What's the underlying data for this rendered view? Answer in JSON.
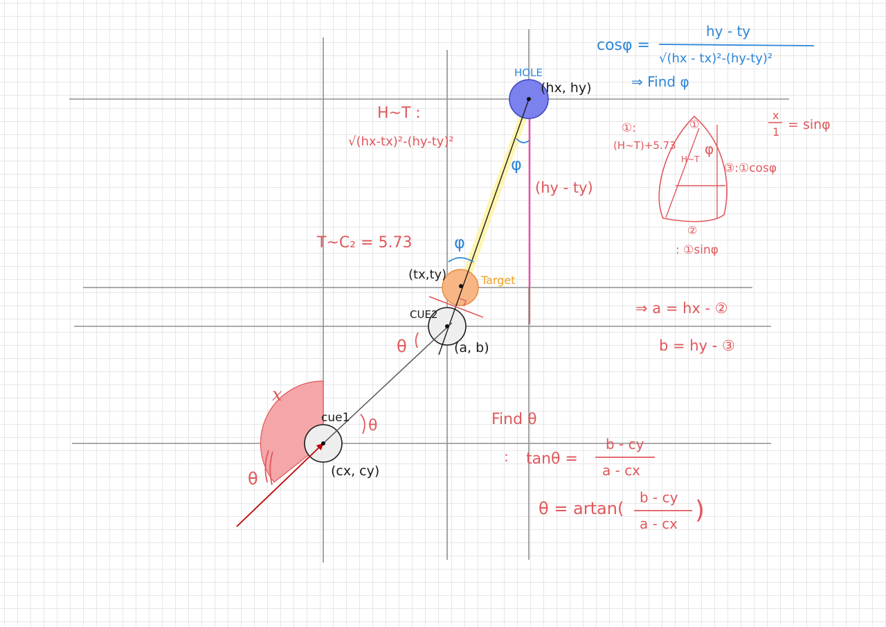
{
  "colors": {
    "red": "#e0575b",
    "blue": "#2e86d6",
    "orange": "#f0a020",
    "hole_fill": "#7b82ee",
    "target_fill": "#f7b684",
    "cue_fill": "#eeeeee",
    "grid": "#8e8e8e"
  },
  "labels": {
    "hole": "HOLE",
    "hole_coord": "(hx, hy)",
    "target": "Target",
    "target_coord": "(tx,ty)",
    "cue2": "CUE2",
    "cue2_coord": "(a, b)",
    "cue1": "cue1",
    "cue1_coord": "(cx, cy)",
    "x_label": "x",
    "theta": "θ",
    "phi": "φ",
    "hy_minus_ty": "(hy - ty)",
    "h_t": "H~T :",
    "h_t_formula": "√(hx-tx)²-(hy-ty)²",
    "t_c2": "T~C₂ = 5.73"
  },
  "formulas": {
    "cos_lhs": "cosφ =",
    "cos_num": "hy - ty",
    "cos_den": "√(hx - tx)²-(hy-ty)²",
    "find_phi": "⇒ Find φ",
    "tri_1": "①",
    "tri_1_label": "①:",
    "tri_1_value": "(H~T)+5.73",
    "tri_hypotenuse": "H~T",
    "tri_phi": "φ",
    "tri_3": "③:①cosφ",
    "tri_2": "②",
    "tri_2_label": ": ①sinφ",
    "ratio_num": "x",
    "ratio_den": "1",
    "ratio_rhs": "= sinφ",
    "a_eq": "⇒ a = hx - ②",
    "b_eq": "b = hy - ③",
    "find_theta": "Find θ",
    "tan_prefix": ":",
    "tan_lhs": "tanθ =",
    "tan_num": "b - cy",
    "tan_den": "a - cx",
    "theta_lhs": "θ = artan(",
    "theta_num": "b - cy",
    "theta_den": "a - cx",
    "theta_rhs": ")"
  }
}
